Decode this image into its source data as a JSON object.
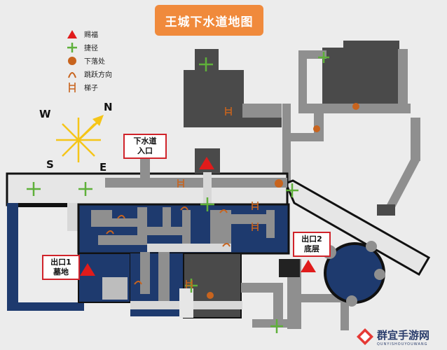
{
  "title": "王城下水道地图",
  "legend": [
    {
      "icon": "red-triangle-icon",
      "label": "赐福"
    },
    {
      "icon": "green-cross-icon",
      "label": "捷径"
    },
    {
      "icon": "orange-dot-icon",
      "label": "下落处"
    },
    {
      "icon": "jump-arc-icon",
      "label": "跳跃方向"
    },
    {
      "icon": "ladder-icon",
      "label": "梯子"
    }
  ],
  "compass": {
    "n": "N",
    "s": "S",
    "e": "E",
    "w": "W"
  },
  "labels": {
    "entrance": [
      "下水道",
      "入口"
    ],
    "exit1": [
      "出口1",
      "墓地"
    ],
    "exit2": [
      "出口2",
      "底层"
    ]
  },
  "logo": {
    "main": "群宜手游网",
    "sub": "QUNYISHOUYOUWANG"
  },
  "colors": {
    "title_bg": "#f08a3c",
    "corridor": "#8f8f8f",
    "room_dark": "#4a4a4a",
    "water": "#1e3a6e",
    "grace": "#e01b1b",
    "shortcut": "#5fb03a",
    "drop": "#c8641e",
    "label_border": "#d0232a"
  }
}
